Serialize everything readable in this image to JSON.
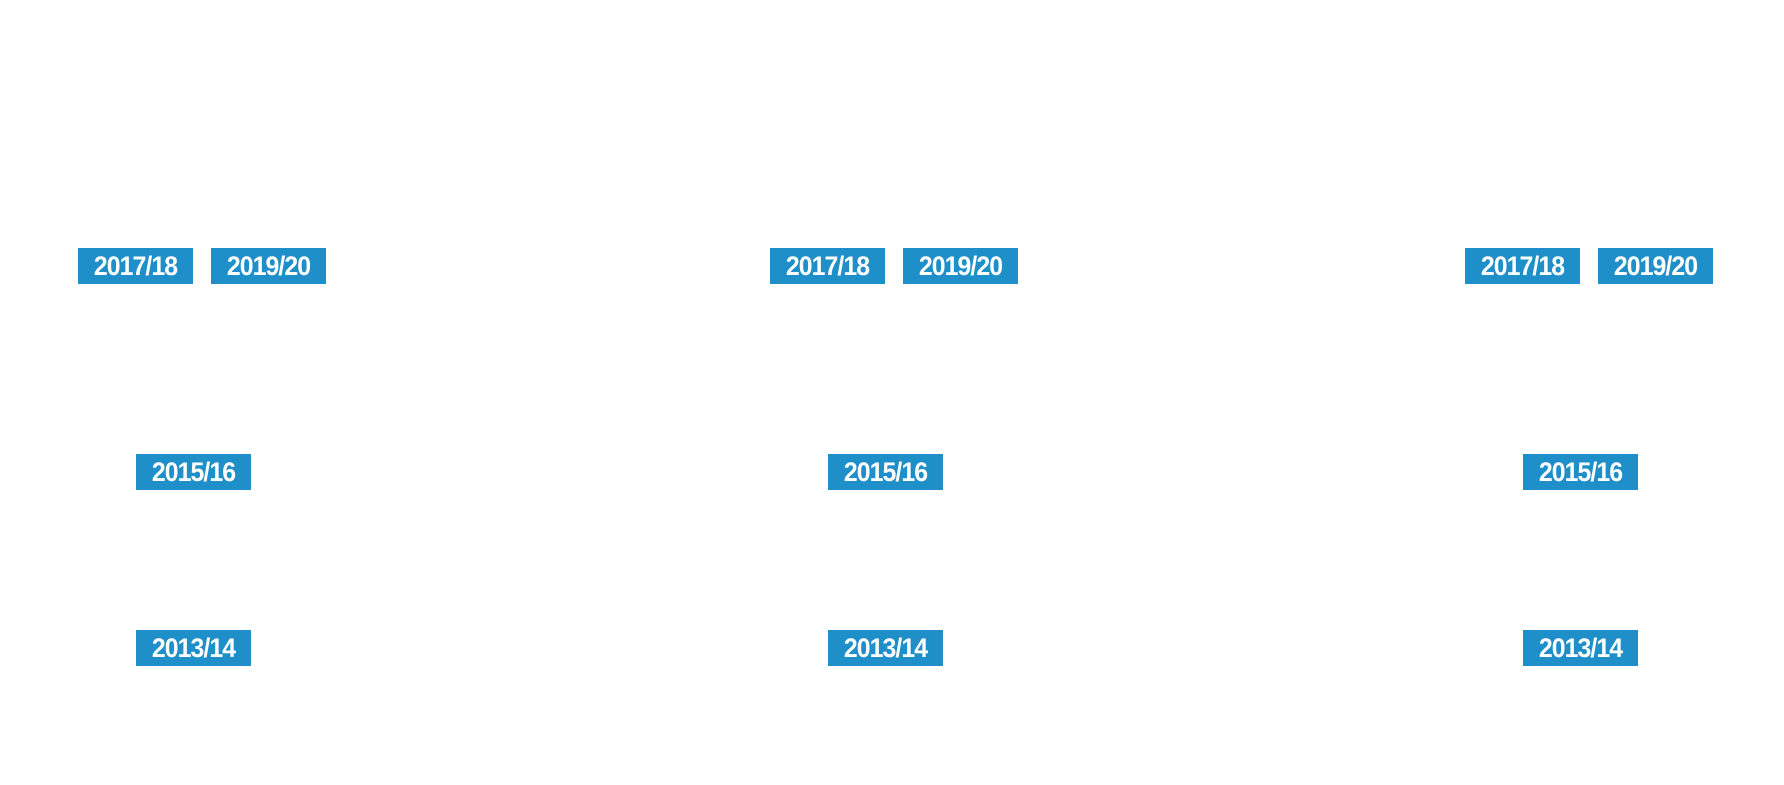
{
  "colors": {
    "tag_background": "#1f8fc9",
    "tag_text": "#ffffff",
    "page_background": "#ffffff"
  },
  "groups": [
    {
      "labels": {
        "top_left": "2017/18",
        "top_right": "2019/20",
        "middle": "2015/16",
        "bottom": "2013/14"
      }
    },
    {
      "labels": {
        "top_left": "2017/18",
        "top_right": "2019/20",
        "middle": "2015/16",
        "bottom": "2013/14"
      }
    },
    {
      "labels": {
        "top_left": "2017/18",
        "top_right": "2019/20",
        "middle": "2015/16",
        "bottom": "2013/14"
      }
    }
  ]
}
